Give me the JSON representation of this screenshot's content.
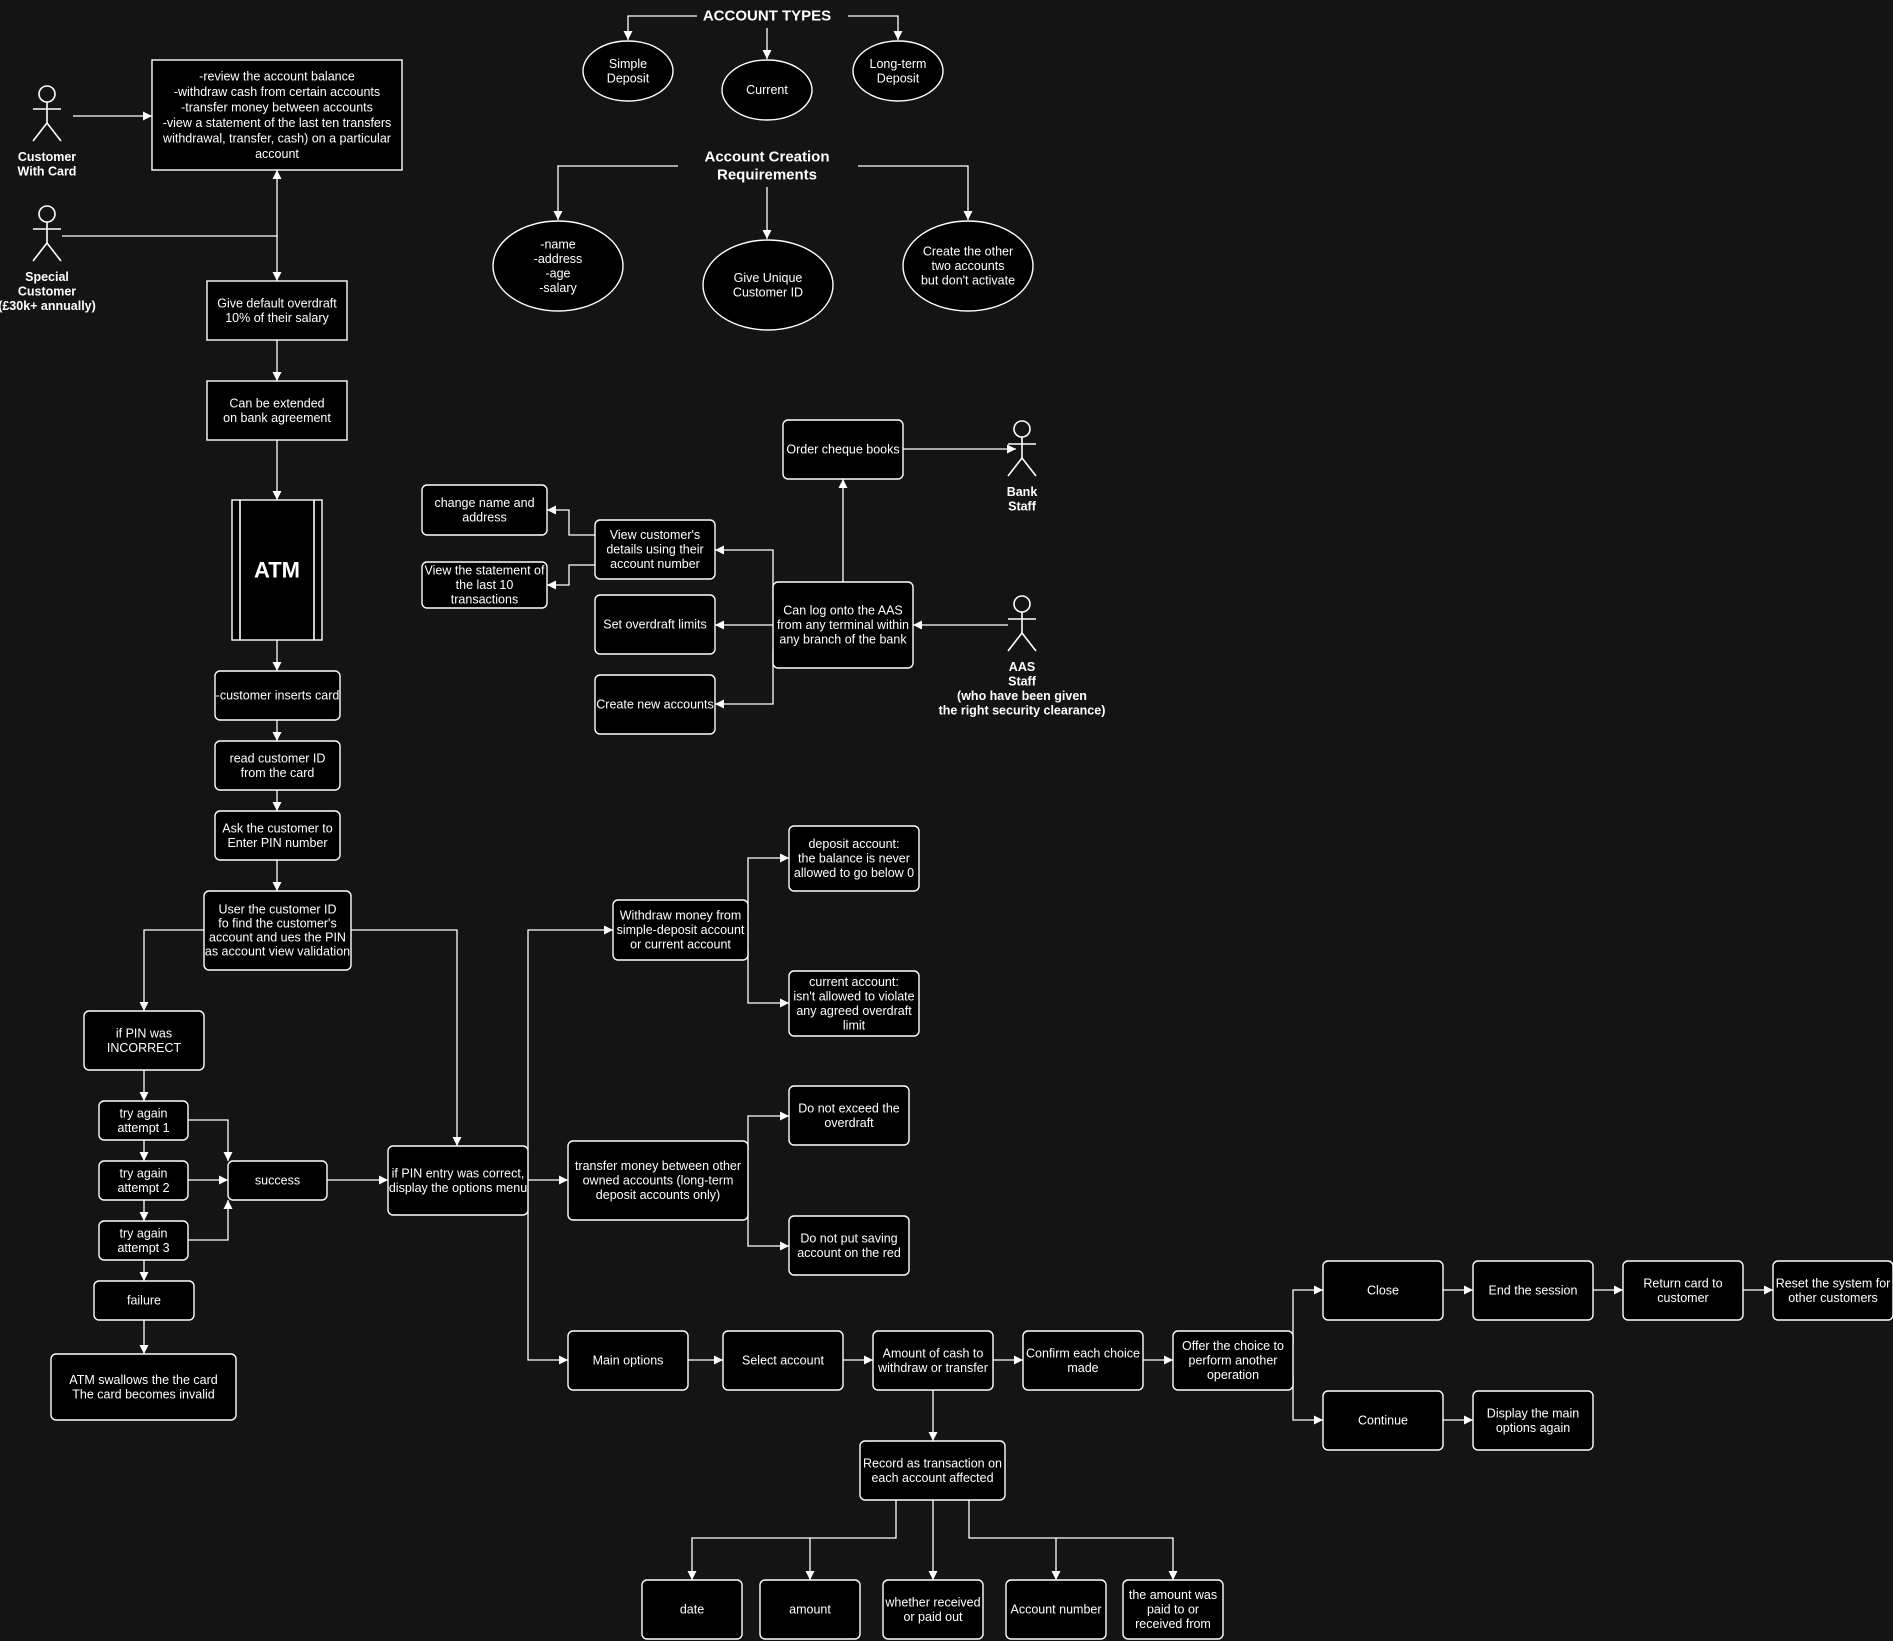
{
  "diagram": {
    "headings": {
      "account_types": "ACCOUNT TYPES",
      "creation_requirements": [
        "Account Creation",
        "Requirements"
      ]
    },
    "actors": {
      "customer_with_card": [
        "Customer",
        "With Card"
      ],
      "special_customer": [
        "Special",
        "Customer",
        "(£30k+ annually)"
      ],
      "bank_staff": [
        "Bank",
        "Staff"
      ],
      "aas_staff": [
        "AAS",
        "Staff",
        "(who have been given",
        "the right security clearance)"
      ]
    },
    "account_types": {
      "simple_deposit": [
        "Simple",
        "Deposit"
      ],
      "current": [
        "Current"
      ],
      "long_term_deposit": [
        "Long-term",
        "Deposit"
      ]
    },
    "creation": {
      "details": [
        "-name",
        "-address",
        "-age",
        "-salary"
      ],
      "unique_id": [
        "Give Unique",
        "Customer ID"
      ],
      "other_accounts": [
        "Create the other",
        "two accounts",
        "but don't activate"
      ]
    },
    "customer_functions": [
      "-review the account balance",
      "-withdraw cash from certain accounts",
      "-transfer money between accounts",
      "-view a statement of the last ten transfers",
      "withdrawal, transfer, cash) on a particular",
      "account"
    ],
    "overdraft_default": [
      "Give default overdraft",
      "10% of their salary"
    ],
    "overdraft_extend": [
      "Can be extended",
      "on bank agreement"
    ],
    "atm": "ATM",
    "atm_flow": {
      "insert_card": [
        "-customer inserts card"
      ],
      "read_id": [
        "read customer ID",
        "from the card"
      ],
      "ask_pin": [
        "Ask the customer to",
        "Enter PIN number"
      ],
      "validate": [
        "User the customer ID",
        "fo find the customer's",
        "account and ues the PIN",
        "as account view validation"
      ],
      "pin_incorrect": [
        "if PIN was",
        "INCORRECT"
      ],
      "attempt1": [
        "try again",
        "attempt 1"
      ],
      "attempt2": [
        "try again",
        "attempt 2"
      ],
      "attempt3": [
        "try again",
        "attempt 3"
      ],
      "success": [
        "success"
      ],
      "failure": [
        "failure"
      ],
      "swallow": [
        "ATM swallows the the card",
        "The card becomes invalid"
      ],
      "pin_correct": [
        "if PIN entry was correct,",
        "display the options menu"
      ]
    },
    "options": {
      "withdraw": [
        "Withdraw money from",
        "simple-deposit account",
        "or current account"
      ],
      "deposit_rule": [
        "deposit account:",
        "the balance is never",
        "allowed to go below 0"
      ],
      "current_rule": [
        "current account:",
        "isn't allowed to violate",
        "any agreed overdraft",
        "limit"
      ],
      "transfer": [
        "transfer money between other",
        "owned accounts (long-term",
        "deposit accounts only)"
      ],
      "no_exceed": [
        "Do not exceed the",
        "overdraft"
      ],
      "no_red": [
        "Do not put saving",
        "account on the red"
      ],
      "main_options": [
        "Main options"
      ],
      "select_account": [
        "Select account"
      ],
      "amount_cash": [
        "Amount of cash to",
        "withdraw or transfer"
      ],
      "confirm": [
        "Confirm each choice",
        "made"
      ],
      "offer_choice": [
        "Offer the choice to",
        "perform another",
        "operation"
      ],
      "close": [
        "Close"
      ],
      "end_session": [
        "End the session"
      ],
      "return_card": [
        "Return card to",
        "customer"
      ],
      "reset": [
        "Reset the system for",
        "other customers"
      ],
      "continue": [
        "Continue"
      ],
      "display_main": [
        "Display the main",
        "options again"
      ],
      "record": [
        "Record as transaction on",
        "each account affected"
      ],
      "date": [
        "date"
      ],
      "amount": [
        "amount"
      ],
      "received_paid": [
        "whether received",
        "or paid out"
      ],
      "account_number": [
        "Account number"
      ],
      "paid_from": [
        "the amount was",
        "paid to or",
        "received from"
      ]
    },
    "aas": {
      "order_cheque": [
        "Order cheque books"
      ],
      "change_name": [
        "change name and",
        "address"
      ],
      "view_details": [
        "View customer's",
        "details using their",
        "account number"
      ],
      "view_statement": [
        "View the statement of",
        "the last 10",
        "transactions"
      ],
      "set_overdraft": [
        "Set overdraft limits"
      ],
      "create_accounts": [
        "Create new accounts"
      ],
      "log_on": [
        "Can log onto the AAS",
        "from any terminal within",
        "any branch of the bank"
      ]
    }
  }
}
